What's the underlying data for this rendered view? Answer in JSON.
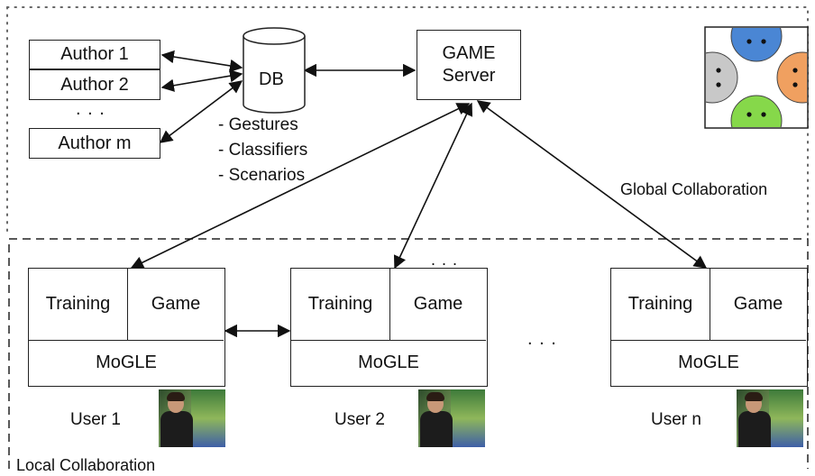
{
  "authors": [
    "Author 1",
    "Author 2",
    ". . .",
    "Author m"
  ],
  "db": {
    "label": "DB",
    "contents": [
      "- Gestures",
      "- Classifiers",
      "- Scenarios"
    ]
  },
  "server": {
    "line1": "GAME",
    "line2": "Server"
  },
  "global_collab": "Global Collaboration",
  "local_collab": "Local Collaboration",
  "users": [
    {
      "training": "Training",
      "game": "Game",
      "engine": "MoGLE",
      "name": "User 1"
    },
    {
      "training": "Training",
      "game": "Game",
      "engine": "MoGLE",
      "name": "User 2"
    },
    {
      "training": "Training",
      "game": "Game",
      "engine": "MoGLE",
      "name": "User n"
    }
  ],
  "ellipsis_top": ". . .",
  "ellipsis_mid": ". . .",
  "players_colors": {
    "top": "#4a86d4",
    "left": "#c8c8c8",
    "right": "#f0a060",
    "bottom": "#86d84a"
  }
}
